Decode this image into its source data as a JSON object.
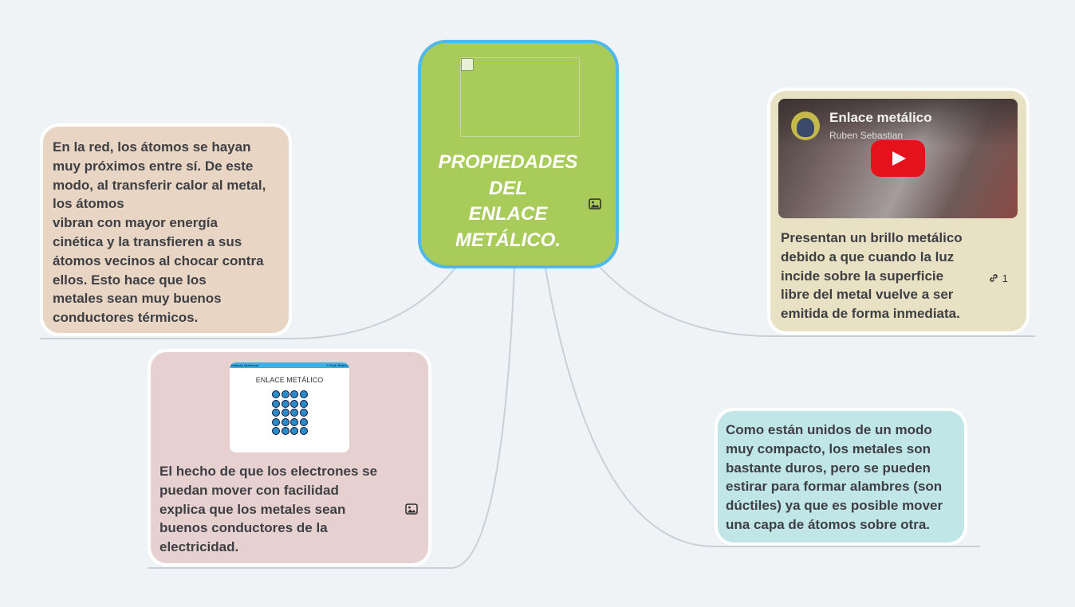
{
  "central": {
    "title": "PROPIEDADES\nDEL\nENLACE\nMETÁLICO.",
    "image_icon": "image-icon",
    "color": "#a8cb5a",
    "border_color": "#4fb8ec"
  },
  "topics": {
    "left": {
      "text": "En la red, los átomos se hayan\nmuy próximos entre sí. De este\nmodo, al transferir calor al metal,\nlos átomos\nvibran con mayor energía\ncinética y la transfieren a sus\nátomos vecinos al chocar contra\nellos. Esto hace que los\nmetales sean muy buenos\nconductores térmicos.",
      "color": "#e8d5c4"
    },
    "right": {
      "video": {
        "title": "Enlace metálico",
        "author": "Ruben Sebastian",
        "play_icon": "play-icon"
      },
      "text": "Presentan un brillo metálico\ndebido a que cuando la luz\nincide sobre la superficie\nlibre del metal vuelve a ser\nemitida de forma inmediata.",
      "link_count": "1",
      "link_icon": "link-icon",
      "color": "#e9e1c4"
    },
    "bottom_left": {
      "slide": {
        "title": "ENLACE METÁLICO"
      },
      "text": "El hecho de que los electrones se\npuedan mover con facilidad\nexplica que los metales sean\nbuenos conductores de la\nelectricidad.",
      "image_icon": "image-icon",
      "color": "#e7d1d0"
    },
    "bottom_right": {
      "text": "Como están unidos de un modo\nmuy compacto, los metales son\nbastante duros, pero se pueden\nestirar para formar alambres (son\ndúctiles) ya que es posible mover\nuna capa de átomos sobre otra.",
      "color": "#c1e6e8"
    }
  },
  "colors": {
    "background": "#eff3f6",
    "connector": "#c8d0d6",
    "text": "#3d3f44"
  }
}
